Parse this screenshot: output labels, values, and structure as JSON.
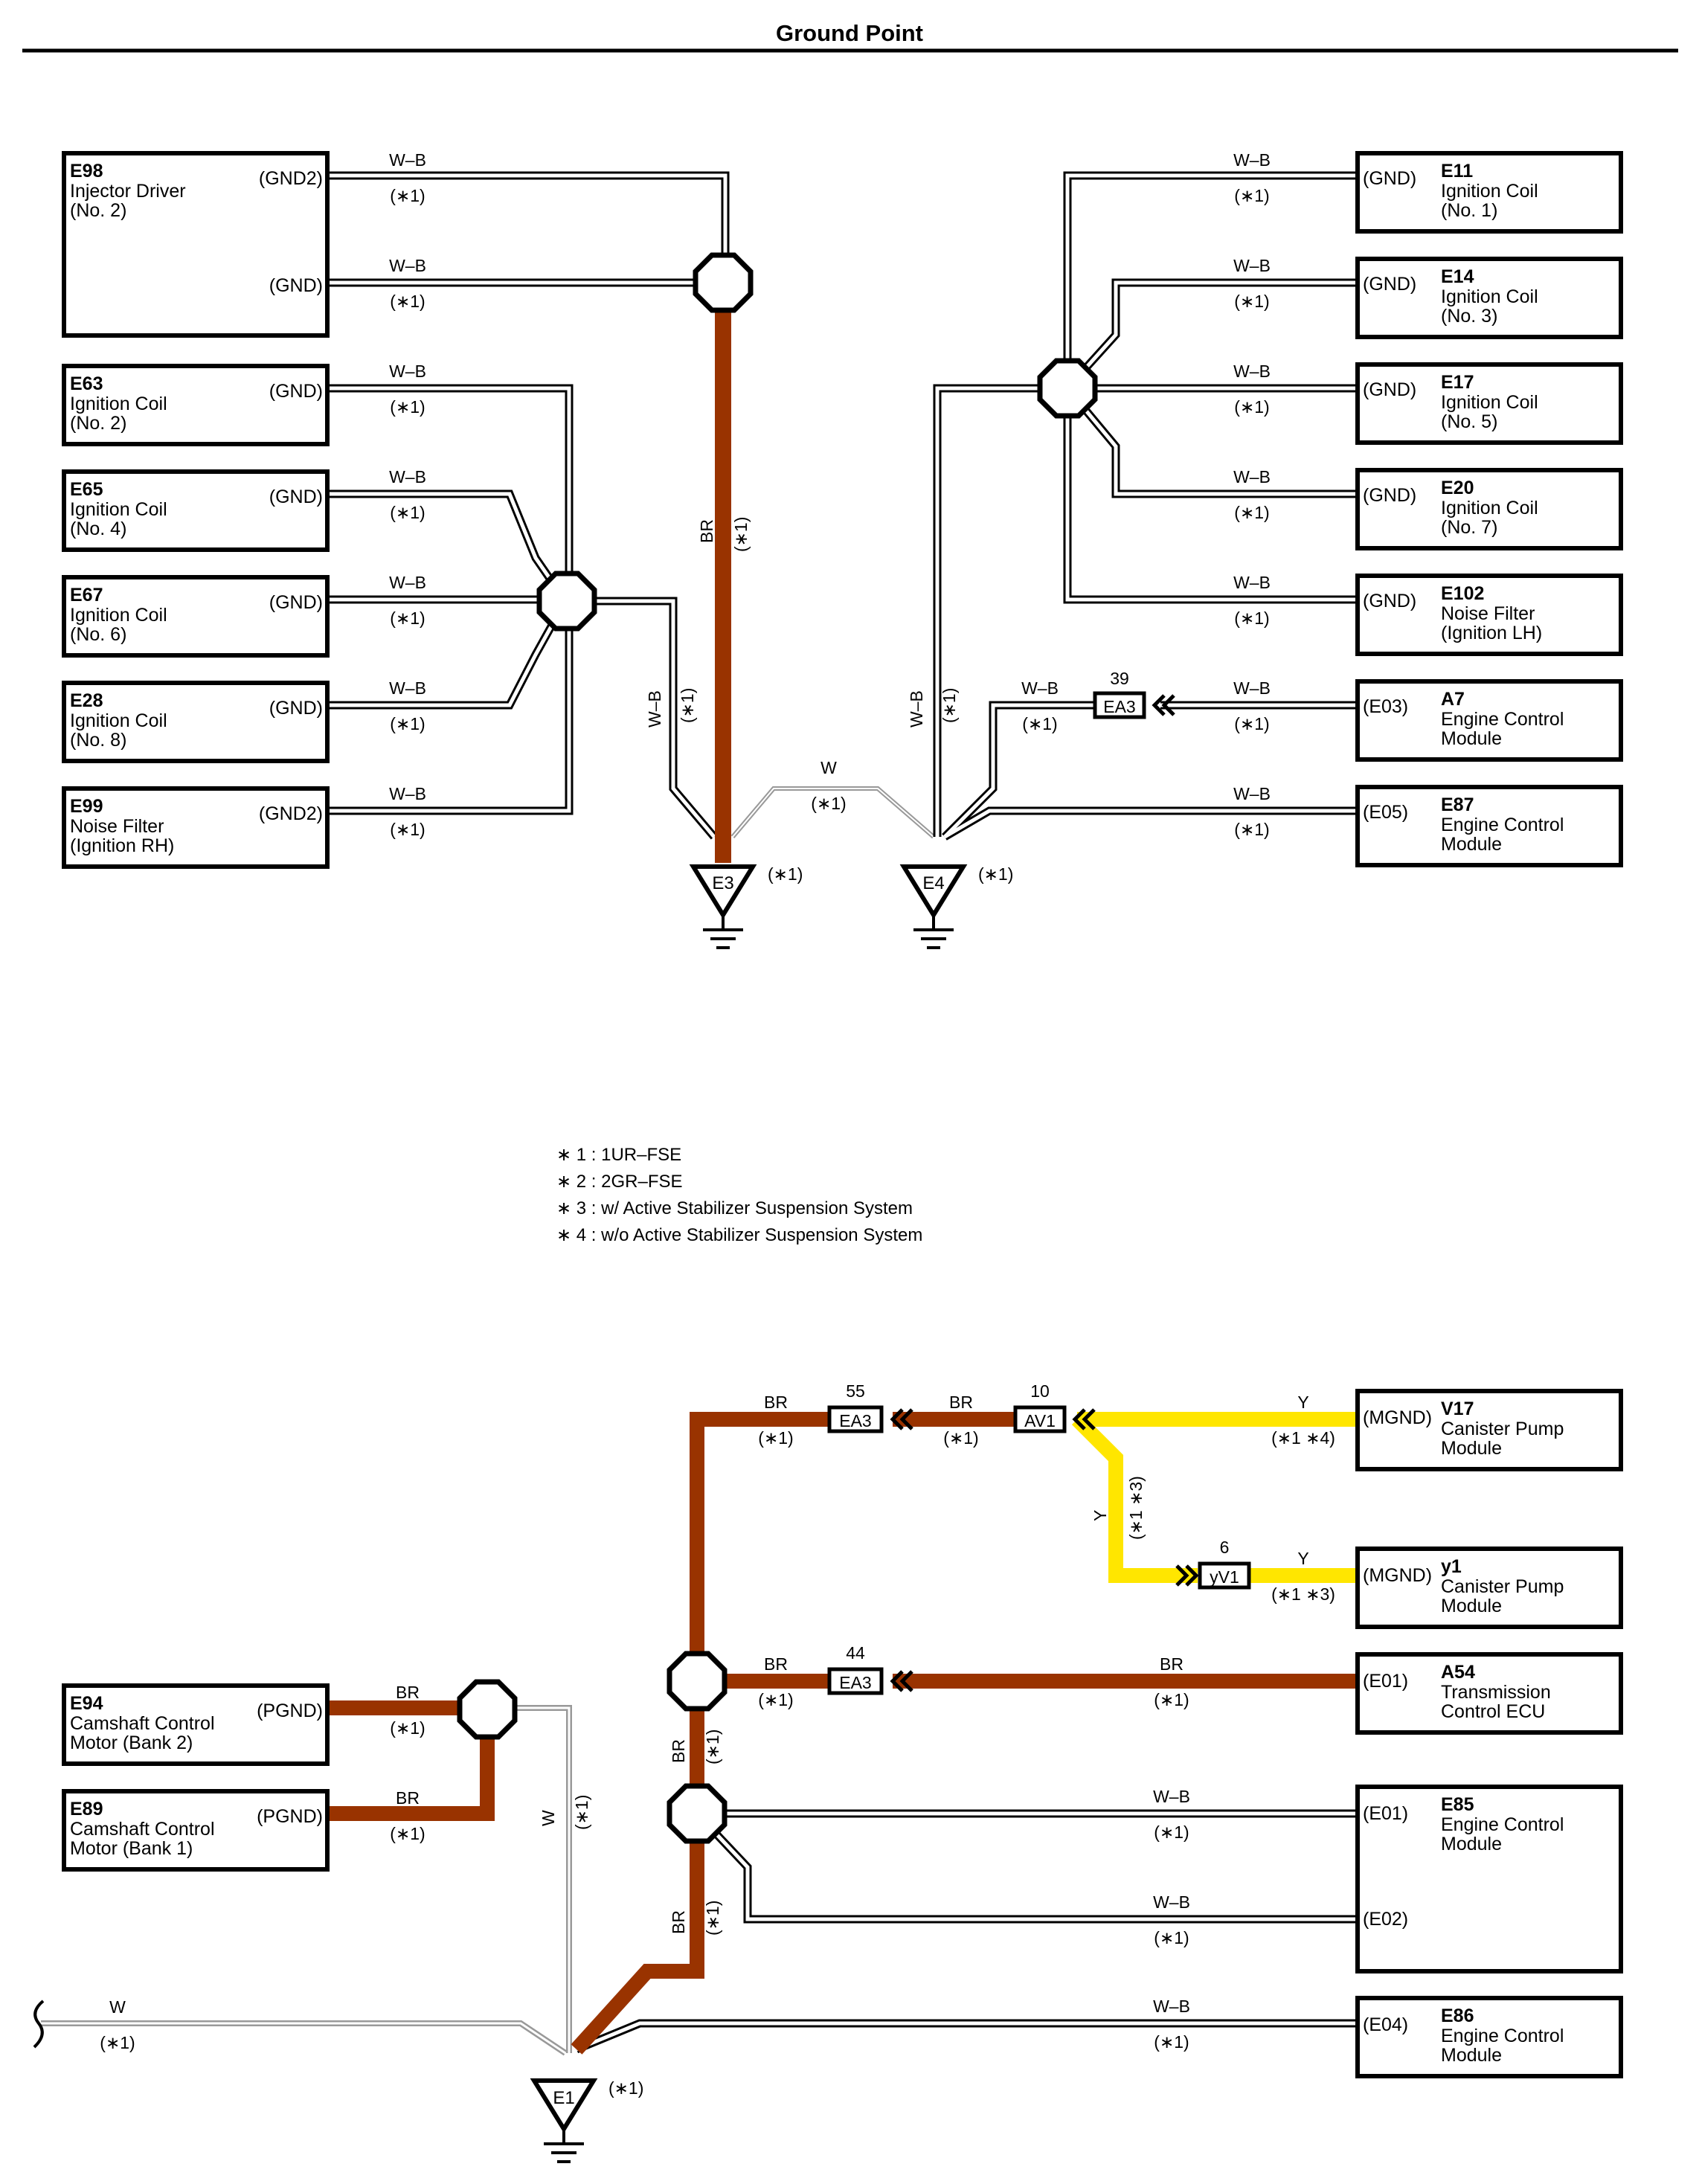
{
  "title": "Ground Point",
  "wire_labels": {
    "wb": "W–B",
    "br": "BR",
    "w": "W",
    "y": "Y",
    "n1": "(∗1)",
    "n13": "(∗1 ∗3)",
    "n14": "(∗1 ∗4)"
  },
  "components_left": [
    {
      "id": "E98",
      "l1": "Injector Driver",
      "l2": "(No. 2)",
      "p1": "(GND2)",
      "p2": "(GND)"
    },
    {
      "id": "E63",
      "l1": "Ignition Coil",
      "l2": "(No. 2)",
      "p1": "(GND)"
    },
    {
      "id": "E65",
      "l1": "Ignition Coil",
      "l2": "(No. 4)",
      "p1": "(GND)"
    },
    {
      "id": "E67",
      "l1": "Ignition Coil",
      "l2": "(No. 6)",
      "p1": "(GND)"
    },
    {
      "id": "E28",
      "l1": "Ignition Coil",
      "l2": "(No. 8)",
      "p1": "(GND)"
    },
    {
      "id": "E99",
      "l1": "Noise Filter",
      "l2": "(Ignition RH)",
      "p1": "(GND2)"
    }
  ],
  "components_right": [
    {
      "id": "E11",
      "l1": "Ignition Coil",
      "l2": "(No. 1)",
      "p1": "(GND)"
    },
    {
      "id": "E14",
      "l1": "Ignition Coil",
      "l2": "(No. 3)",
      "p1": "(GND)"
    },
    {
      "id": "E17",
      "l1": "Ignition Coil",
      "l2": "(No. 5)",
      "p1": "(GND)"
    },
    {
      "id": "E20",
      "l1": "Ignition Coil",
      "l2": "(No. 7)",
      "p1": "(GND)"
    },
    {
      "id": "E102",
      "l1": "Noise Filter",
      "l2": "(Ignition LH)",
      "p1": "(GND)"
    },
    {
      "id": "A7",
      "l1": "Engine Control",
      "l2": "Module",
      "p1": "(E03)"
    },
    {
      "id": "E87",
      "l1": "Engine Control",
      "l2": "Module",
      "p1": "(E05)"
    }
  ],
  "components_bottom_left": [
    {
      "id": "E94",
      "l1": "Camshaft Control",
      "l2": "Motor (Bank 2)",
      "p1": "(PGND)"
    },
    {
      "id": "E89",
      "l1": "Camshaft Control",
      "l2": "Motor (Bank 1)",
      "p1": "(PGND)"
    }
  ],
  "components_bottom_right": [
    {
      "id": "V17",
      "l1": "Canister Pump",
      "l2": "Module",
      "p1": "(MGND)"
    },
    {
      "id": "y1",
      "l1": "Canister Pump",
      "l2": "Module",
      "p1": "(MGND)"
    },
    {
      "id": "A54",
      "l1": "Transmission",
      "l2": "Control ECU",
      "p1": "(E01)"
    },
    {
      "id": "E85",
      "l1": "Engine Control",
      "l2": "Module",
      "p1": "(E01)",
      "p2": "(E02)"
    },
    {
      "id": "E86",
      "l1": "Engine Control",
      "l2": "Module",
      "p1": "(E04)"
    }
  ],
  "connectors": {
    "ea3_top": {
      "pin": "39",
      "name": "EA3"
    },
    "ea3_a": {
      "pin": "55",
      "name": "EA3"
    },
    "av1": {
      "pin": "10",
      "name": "AV1"
    },
    "yv1": {
      "pin": "6",
      "name": "yV1"
    },
    "ea3_b": {
      "pin": "44",
      "name": "EA3"
    }
  },
  "grounds": {
    "e3": "E3",
    "e4": "E4",
    "e1": "E1"
  },
  "notes": [
    "∗ 1 : 1UR–FSE",
    "∗ 2 : 2GR–FSE",
    "∗ 3 : w/ Active Stabilizer Suspension System",
    "∗ 4 : w/o Active Stabilizer Suspension System"
  ],
  "colors": {
    "br": "#993300",
    "y": "#ffe600",
    "outline": "#000000",
    "inner": "#ffffff"
  }
}
